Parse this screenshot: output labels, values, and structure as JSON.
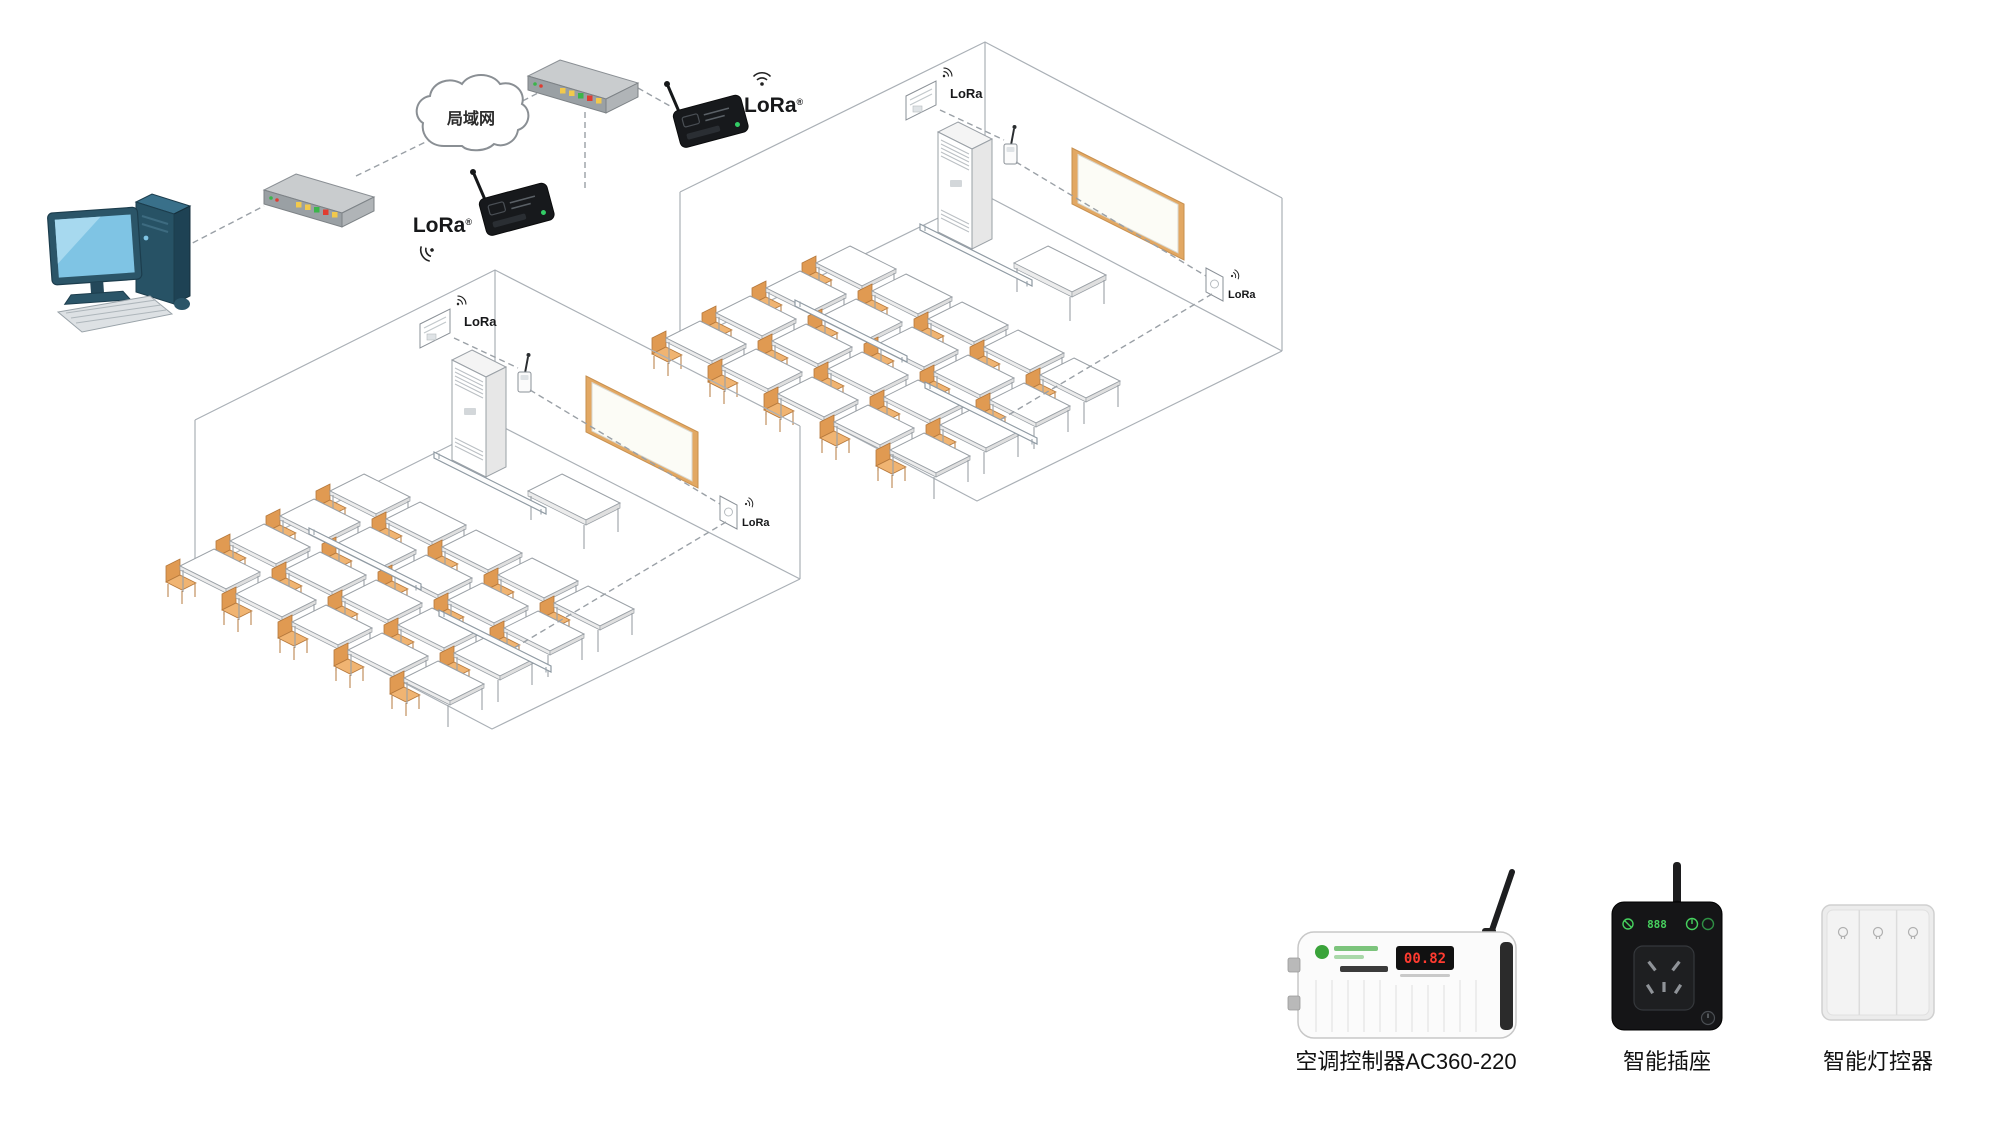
{
  "network": {
    "lan_label": "局域网",
    "lora_label": "LoRa",
    "lora_reg": "®"
  },
  "devices": {
    "ac_controller_display": "00.82",
    "socket_display": "888"
  },
  "products": [
    {
      "label": "空调控制器AC360-220"
    },
    {
      "label": "智能插座"
    },
    {
      "label": "智能灯控器"
    }
  ],
  "colors": {
    "board_frame": "#e2a863",
    "chair": "#f0b472",
    "device_black": "#17191c",
    "led_green": "#46d05e",
    "digit_red": "#ff3b30",
    "line_gray": "#9aa0a6"
  },
  "icons": [
    "lan-cloud-icon",
    "radio-arcs-icon",
    "antenna-icon",
    "bulb-icon",
    "power-icon"
  ]
}
